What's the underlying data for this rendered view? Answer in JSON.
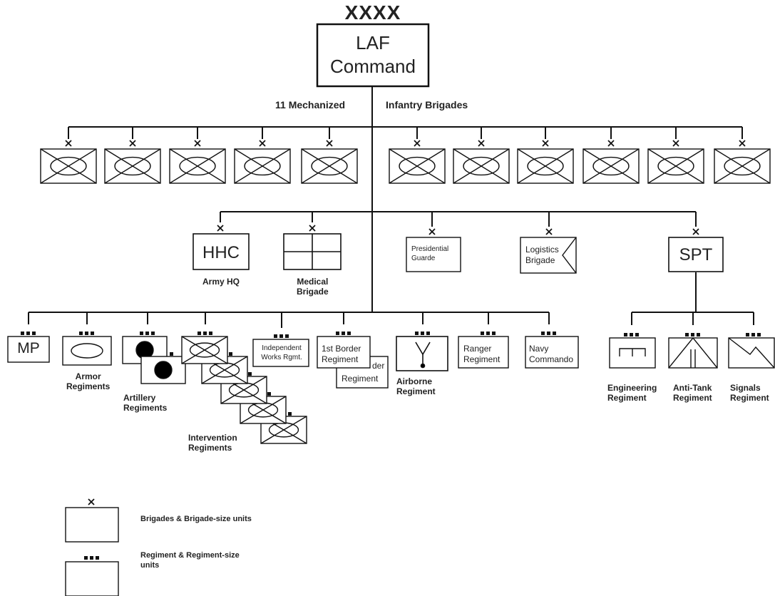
{
  "command": {
    "echelon": "XXXX",
    "title": "LAF\nCommand"
  },
  "brigades_heading": {
    "left": "11 Mechanized",
    "right": "Infantry Brigades"
  },
  "units": {
    "hhc": {
      "symbol": "HHC",
      "label": "Army HQ"
    },
    "medical": {
      "label": "Medical\nBrigade"
    },
    "presidential": {
      "text": "Presidential\nGuarde"
    },
    "logistics": {
      "text": "Logistics\nBrigade"
    },
    "spt": {
      "symbol": "SPT"
    },
    "mp": {
      "symbol": "MP"
    },
    "armor": {
      "label": "Armor\nRegiments"
    },
    "artillery": {
      "label": "Artillery\nRegiments"
    },
    "intervention": {
      "label": "Intervention\nRegiments"
    },
    "works": {
      "text": "Independent\nWorks Rgmt."
    },
    "border": {
      "text": "1st Border\nRegiment",
      "back_text_top": "der",
      "back_text_bottom": "Regiment"
    },
    "airborne": {
      "label": "Airborne\nRegiment"
    },
    "ranger": {
      "text": "Ranger\nRegiment"
    },
    "navy": {
      "text": "Navy\nCommando"
    },
    "engineering": {
      "label": "Engineering\nRegiment"
    },
    "antitank": {
      "label": "Anti-Tank\nRegiment"
    },
    "signals": {
      "label": "Signals\nRegiment"
    }
  },
  "legend": {
    "brigade": "Brigades & Brigade-size units",
    "regiment": "Regiment & Regiment-size\nunits"
  }
}
